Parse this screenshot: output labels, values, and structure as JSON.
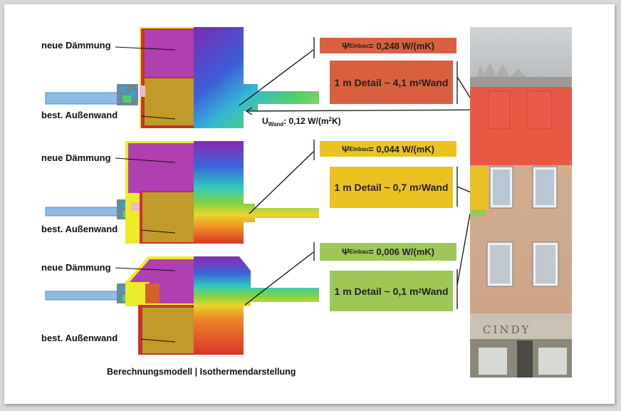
{
  "labels": {
    "insulation": "neue Dämmung",
    "existing_wall": "best. Außenwand",
    "caption": "Berechnungsmodell | Isothermendarstellung",
    "u_wand_prefix": "U",
    "u_wand_sub": "Wand",
    "u_wand_value": ": 0,12 W/(m",
    "u_wand_sup": "2",
    "u_wand_suffix": "K)"
  },
  "variants": [
    {
      "psi_symbol": "Ψ",
      "psi_sub": "Einbau",
      "psi_value": " = 0,248 W/(mK)",
      "detail_text": "1 m Detail ~ 4,1 m",
      "detail_sup": "2",
      "detail_suffix": " Wand",
      "color": "#d9603f"
    },
    {
      "psi_symbol": "Ψ",
      "psi_sub": "Einbau",
      "psi_value": " = 0,044 W/(mK)",
      "detail_text": "1 m Detail ~ 0,7 m",
      "detail_sup": "2",
      "detail_suffix": " Wand",
      "color": "#eac323"
    },
    {
      "psi_symbol": "Ψ",
      "psi_sub": "Einbau",
      "psi_value": " = 0,006 W/(mK)",
      "detail_text": "1 m Detail ~ 0,1 m",
      "detail_sup": "2",
      "detail_suffix": " Wand",
      "color": "#9fc757"
    }
  ],
  "photo": {
    "sign_text": "CINDY"
  },
  "colors": {
    "insulation": "#b03fb0",
    "wall": "#c09a2a",
    "wall_red": "#c8322a",
    "frame_yellow": "#ecec2a",
    "window_blue": "#8fbbe3"
  }
}
